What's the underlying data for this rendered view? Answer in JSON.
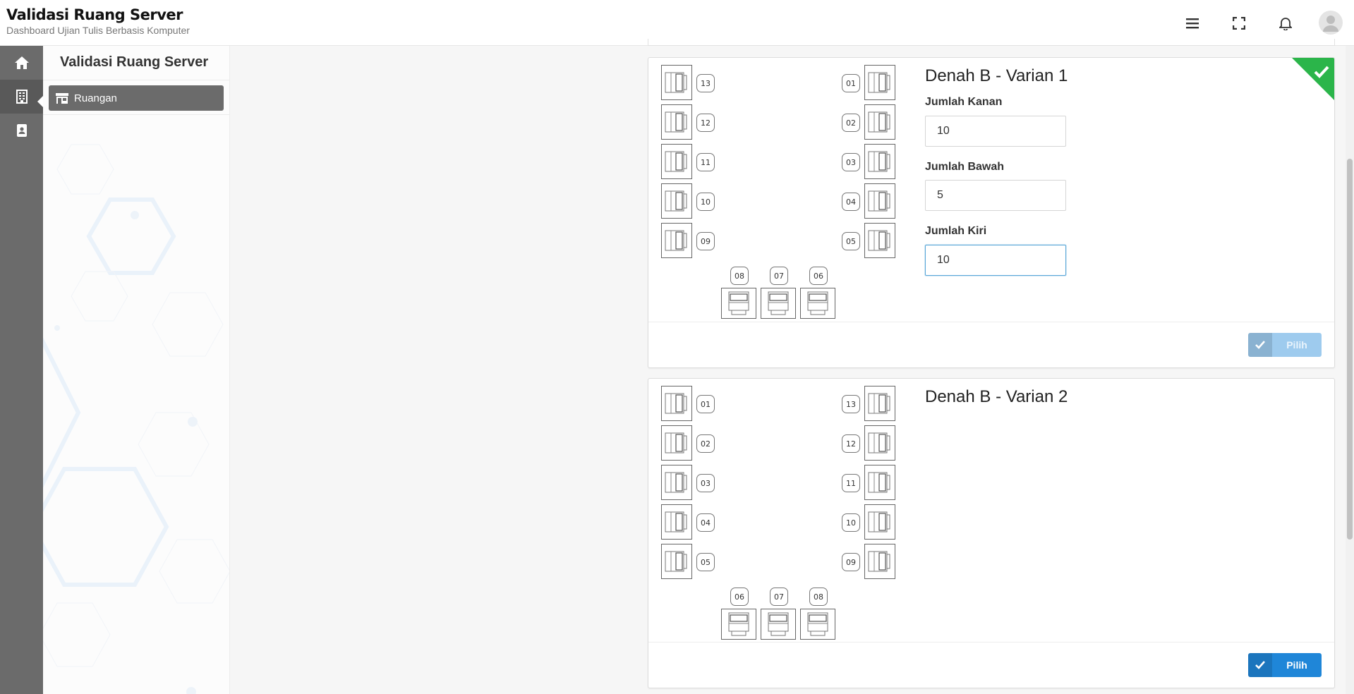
{
  "header": {
    "title": "Validasi Ruang Server",
    "subtitle": "Dashboard Ujian Tulis Berbasis Komputer",
    "icons": [
      "menu-icon",
      "fullscreen-icon",
      "bell-icon",
      "user-avatar"
    ]
  },
  "rail": {
    "items": [
      "home-icon",
      "building-icon",
      "contact-book-icon"
    ],
    "active_index": 1
  },
  "sidebar": {
    "title": "Validasi Ruang Server",
    "items": [
      {
        "label": "Ruangan",
        "icon": "store-icon"
      }
    ]
  },
  "cards": [
    {
      "title": "Denah B - Varian 1",
      "selected": true,
      "fields": [
        {
          "label": "Jumlah Kanan",
          "value": "10"
        },
        {
          "label": "Jumlah Bawah",
          "value": "5"
        },
        {
          "label": "Jumlah Kiri",
          "value": "10"
        }
      ],
      "left_column": [
        "13",
        "12",
        "11",
        "10",
        "09"
      ],
      "right_column": [
        "01",
        "02",
        "03",
        "04",
        "05"
      ],
      "bottom_row": [
        "08",
        "07",
        "06"
      ],
      "button_label": "Pilih",
      "button_state": "disabled"
    },
    {
      "title": "Denah B - Varian 2",
      "selected": false,
      "left_column": [
        "01",
        "02",
        "03",
        "04",
        "05"
      ],
      "right_column": [
        "13",
        "12",
        "11",
        "10",
        "09"
      ],
      "bottom_row": [
        "06",
        "07",
        "08"
      ],
      "button_label": "Pilih",
      "button_state": "primary"
    }
  ],
  "colors": {
    "rail": "#6b6b6b",
    "primary_button": "#1f86d8",
    "disabled_button": "#9ecbee",
    "selected_badge": "#2bb54a"
  }
}
